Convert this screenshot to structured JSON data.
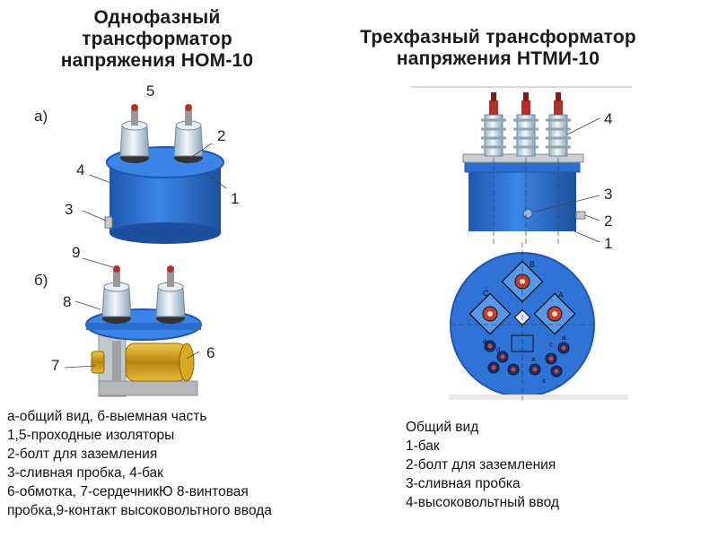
{
  "left": {
    "title_lines": [
      "Однофазный",
      "трансформатор",
      "напряжения НОМ-10"
    ],
    "sub_a": "а)",
    "sub_b": "б)",
    "labels_a": [
      "5",
      "2",
      "4",
      "1",
      "3"
    ],
    "labels_b": [
      "9",
      "8",
      "6",
      "7"
    ],
    "caption_lines": [
      "а-общий вид, б-выемная часть",
      "1,5-проходные изоляторы",
      "2-болт для заземления",
      "3-сливная пробка, 4-бак",
      "6-обмотка, 7-сердечникЮ 8-винтовая",
      "пробка,9-контакт высоковольтного ввода"
    ]
  },
  "right": {
    "title_lines": [
      "Трехфазный трансформатор",
      "напряжения НТМИ-10"
    ],
    "labels": [
      "4",
      "3",
      "2",
      "1"
    ],
    "caption_lines": [
      "Общий вид",
      "1-бак",
      "2-болт для заземления",
      "3-сливная пробка",
      "4-высоковольтный ввод"
    ],
    "lid_letters": [
      "B",
      "C",
      "A",
      "a",
      "d",
      "c",
      "a",
      "x",
      "a"
    ]
  },
  "colors": {
    "tank_blue": "#2f73d6",
    "tank_dark": "#1f56b0",
    "insulator": "#dce8f0",
    "terminal_red": "#b0322a",
    "core_grey": "#b9bcc0",
    "winding_gold": "#c99a1a"
  }
}
